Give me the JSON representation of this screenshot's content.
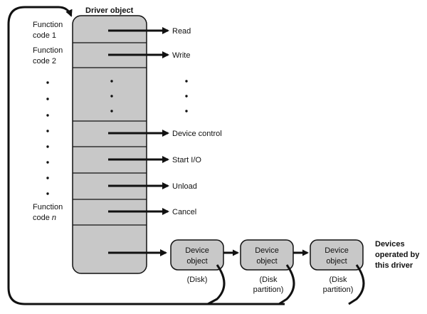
{
  "title": "Driver object",
  "function_code_labels": {
    "first": [
      "Function",
      "code 1"
    ],
    "second": [
      "Function",
      "code 2"
    ],
    "last": [
      "Function",
      "code "
    ],
    "last_n": "n"
  },
  "dispatch_targets": [
    "Read",
    "Write",
    "Device control",
    "Start I/O",
    "Unload",
    "Cancel"
  ],
  "devices": [
    {
      "name": [
        "Device",
        "object"
      ],
      "caption": [
        "(Disk)"
      ]
    },
    {
      "name": [
        "Device",
        "object"
      ],
      "caption": [
        "(Disk",
        "partition)"
      ]
    },
    {
      "name": [
        "Device",
        "object"
      ],
      "caption": [
        "(Disk",
        "partition)"
      ]
    }
  ],
  "devices_label": [
    "Devices",
    "operated by",
    "this driver"
  ],
  "colors": {
    "driver_fill": "#c8c8c8",
    "device_fill": "#c8c8c8",
    "line": "#111111"
  }
}
